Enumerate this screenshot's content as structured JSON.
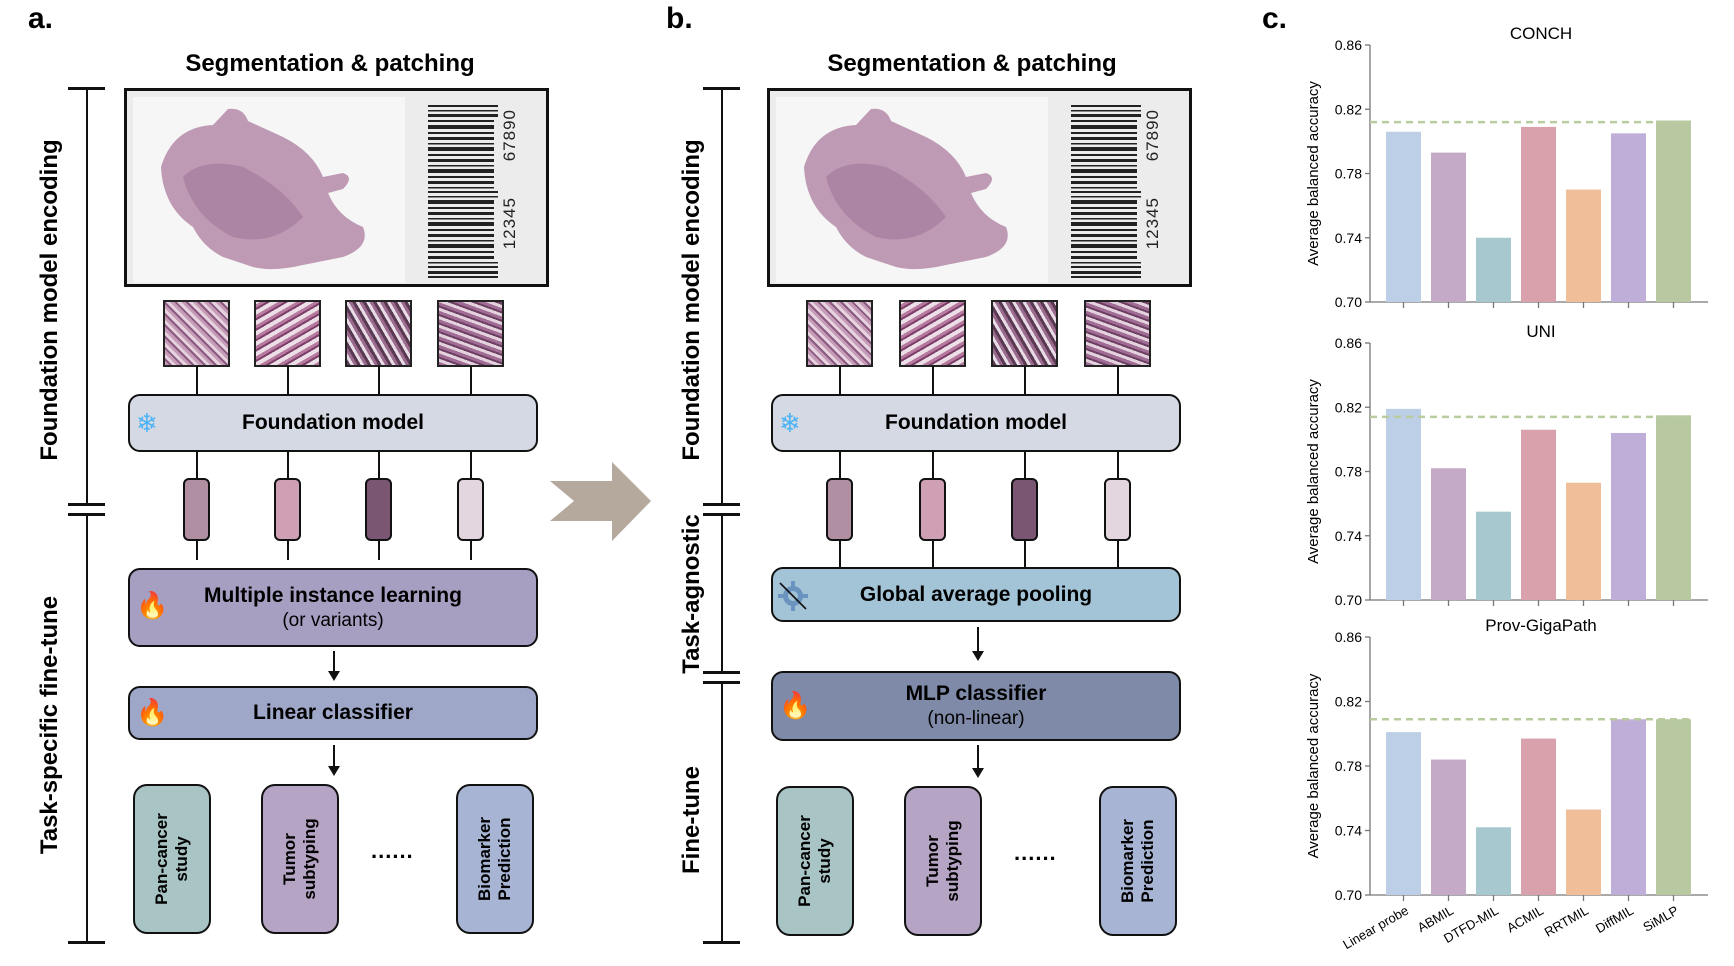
{
  "panels": {
    "a": {
      "letter": "a.",
      "section_title": "Segmentation & patching",
      "barcode_numbers": [
        "12345",
        "67890"
      ],
      "side_labels": [
        "Foundation model encoding",
        "Task-specific fine-tune"
      ],
      "foundation_model": "Foundation model",
      "mil_title": "Multiple instance learning",
      "mil_subtitle": "(or variants)",
      "classifier": "Linear classifier",
      "outputs": [
        "Pan-cancer\nstudy",
        "Tumor\nsubtyping",
        "Biomarker\nPrediction"
      ],
      "ellipsis": "......",
      "icons": {
        "frozen": "snowflake-icon",
        "trainable": "fire-icon"
      }
    },
    "b": {
      "letter": "b.",
      "section_title": "Segmentation & patching",
      "barcode_numbers": [
        "12345",
        "67890"
      ],
      "side_labels": [
        "Foundation model encoding",
        "Task-agnostic",
        "Fine-tune"
      ],
      "foundation_model": "Foundation model",
      "pooling": "Global average pooling",
      "classifier_title": "MLP classifier",
      "classifier_subtitle": "(non-linear)",
      "outputs": [
        "Pan-cancer\nstudy",
        "Tumor\nsubtyping",
        "Biomarker\nPrediction"
      ],
      "ellipsis": "......",
      "icons": {
        "frozen": "snowflake-icon",
        "no-train": "gear-crossed-icon",
        "trainable": "fire-icon"
      }
    },
    "c": {
      "letter": "c."
    }
  },
  "colors": {
    "embeddings": [
      "#b08fa3",
      "#cf9fb3",
      "#7a5672",
      "#e3d6df"
    ],
    "foundation_box": "#d5d9e3",
    "mil_box": "#a79fc2",
    "linear_box": "#9fa7c8",
    "pooling_box": "#a3c3d6",
    "mlp_box": "#7e8aa8",
    "outputs": [
      "#a9c4c4",
      "#b5a4c4",
      "#a7b4d4"
    ],
    "transition_arrow": "#b5a89c",
    "bars": [
      "#bccfe6",
      "#c5aac8",
      "#a8c8cf",
      "#d9a1ab",
      "#f0bf99",
      "#bfaed8",
      "#b8c9a2"
    ],
    "reference_line": "#b8cc9f"
  },
  "chart_data": [
    {
      "type": "bar",
      "title": "CONCH",
      "categories": [
        "Linear probe",
        "ABMIL",
        "DTFD-MIL",
        "ACMIL",
        "RRTMIL",
        "DiffMIL",
        "SiMLP"
      ],
      "values": [
        0.806,
        0.793,
        0.74,
        0.809,
        0.77,
        0.805,
        0.813
      ],
      "reference_line": 0.812,
      "xlabel": "",
      "ylabel": "Average balanced accuracy",
      "ylim": [
        0.7,
        0.86
      ],
      "yticks": [
        "0.70",
        "0.74",
        "0.78",
        "0.82",
        "0.86"
      ],
      "grid": false
    },
    {
      "type": "bar",
      "title": "UNI",
      "categories": [
        "Linear probe",
        "ABMIL",
        "DTFD-MIL",
        "ACMIL",
        "RRTMIL",
        "DiffMIL",
        "SiMLP"
      ],
      "values": [
        0.819,
        0.782,
        0.755,
        0.806,
        0.773,
        0.804,
        0.815
      ],
      "reference_line": 0.814,
      "xlabel": "",
      "ylabel": "Average balanced accuracy",
      "ylim": [
        0.7,
        0.86
      ],
      "yticks": [
        "0.70",
        "0.74",
        "0.78",
        "0.82",
        "0.86"
      ],
      "grid": false
    },
    {
      "type": "bar",
      "title": "Prov-GigaPath",
      "categories": [
        "Linear probe",
        "ABMIL",
        "DTFD-MIL",
        "ACMIL",
        "RRTMIL",
        "DiffMIL",
        "SiMLP"
      ],
      "values": [
        0.801,
        0.784,
        0.742,
        0.797,
        0.753,
        0.809,
        0.809
      ],
      "reference_line": 0.809,
      "xlabel": "",
      "ylabel": "Average balanced accuracy",
      "ylim": [
        0.7,
        0.86
      ],
      "yticks": [
        "0.70",
        "0.74",
        "0.78",
        "0.82",
        "0.86"
      ],
      "grid": false,
      "show_category_labels": true
    }
  ]
}
